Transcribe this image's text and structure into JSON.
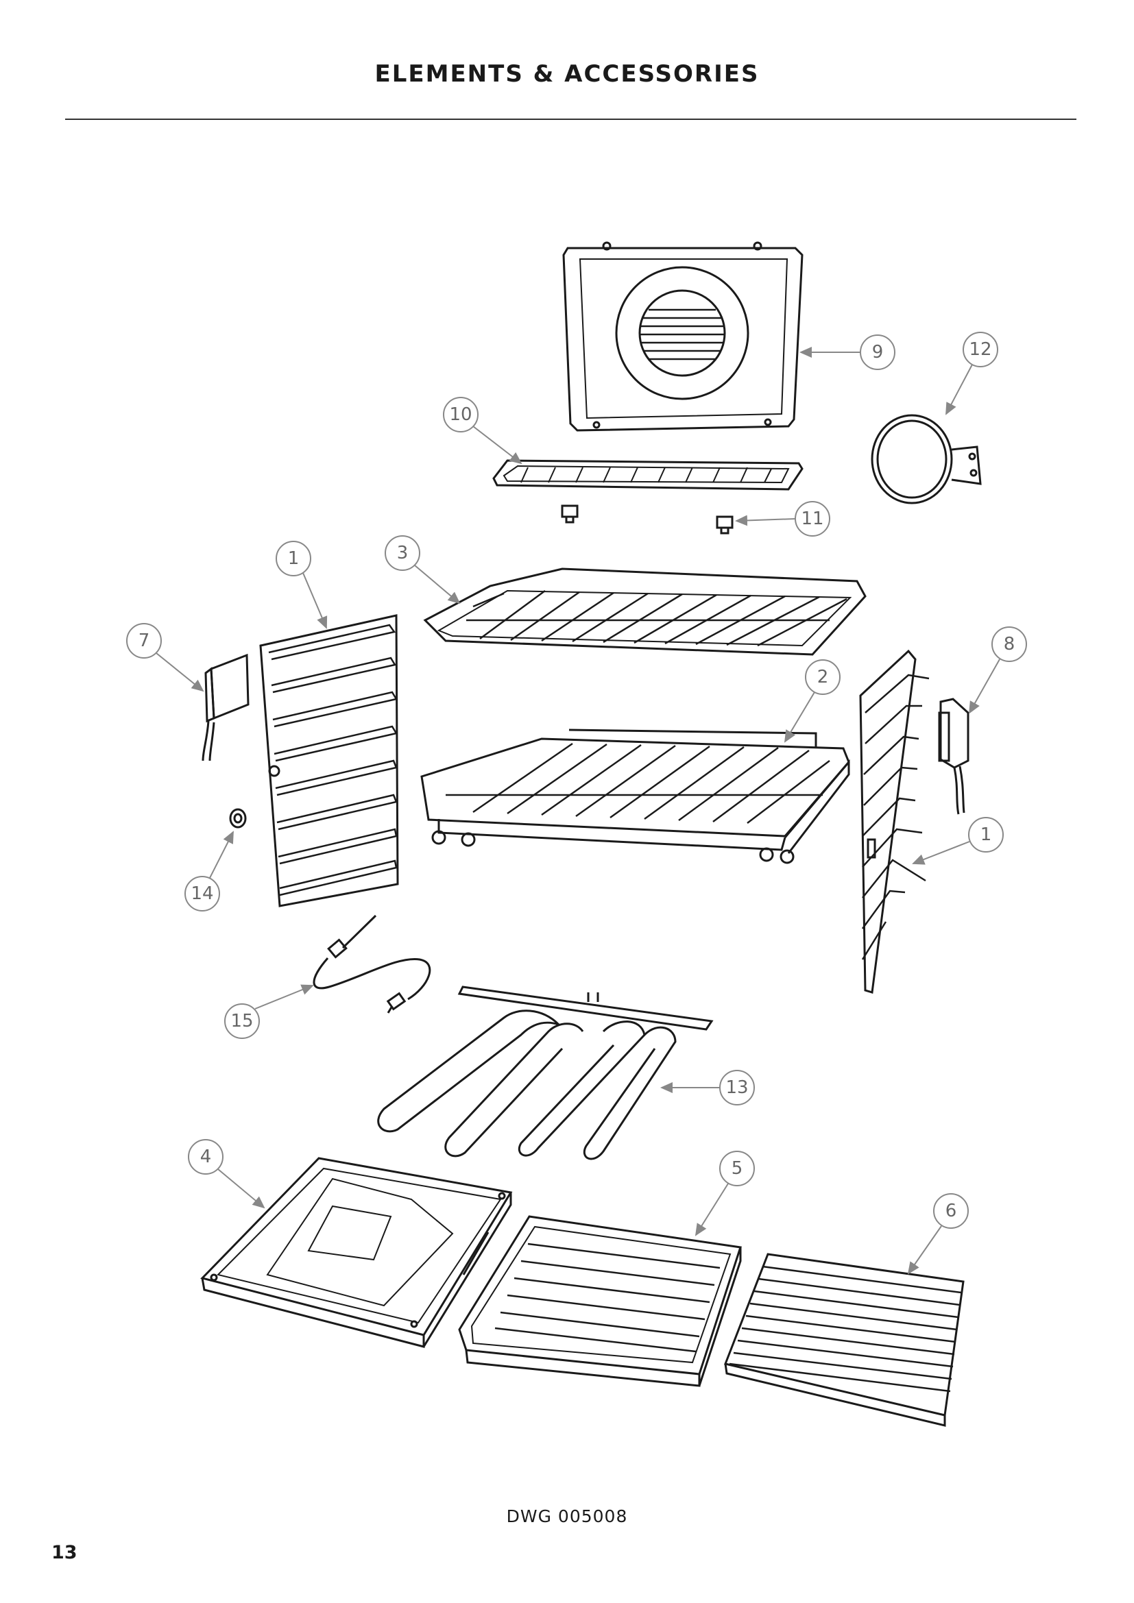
{
  "header": {
    "title": "ELEMENTS & ACCESSORIES"
  },
  "callouts": [
    "9",
    "12",
    "10",
    "11",
    "1",
    "3",
    "7",
    "8",
    "2",
    "1",
    "14",
    "15",
    "13",
    "4",
    "5",
    "6"
  ],
  "footer": {
    "drawing_number": "DWG 005008",
    "page_number": "13"
  },
  "colors": {
    "line": "#1a1a1a",
    "callout": "#7a7a7a"
  }
}
